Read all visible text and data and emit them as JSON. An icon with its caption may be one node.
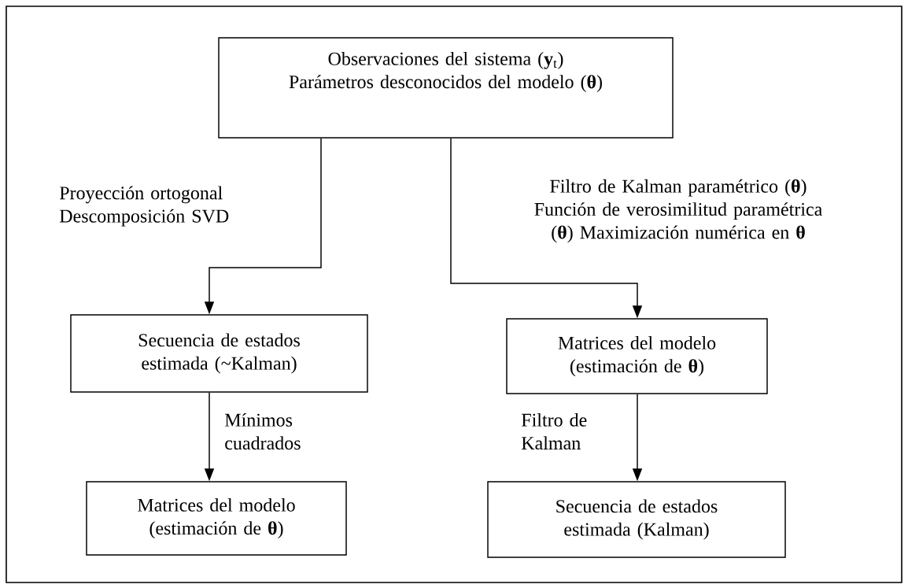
{
  "diagram": {
    "nodes": [
      {
        "text": [
          "Observaciones del sistema (**y**$_{t}$)",
          "Parámetros desconocidos del modelo (**θ**)"
        ]
      },
      {
        "text": [
          "Secuencia de estados estimada (~Kalman)"
        ]
      },
      {
        "text": [
          "Matrices del modelo (estimación de **θ**)"
        ]
      },
      {
        "text": [
          "Matrices del modelo (estimación de **θ**)"
        ]
      },
      {
        "text": [
          "Secuencia de estados estimada (Kalman)"
        ]
      }
    ],
    "edges": [
      {
        "from": 0,
        "to": 1,
        "arrow": "to",
        "label": "Proyección ortogonal Descomposición SVD"
      },
      {
        "from": 0,
        "to": 3,
        "arrow": "to",
        "label": "Filtro de Kalman paramétrico (**θ**) Función de verosimilitud paramétrica (**θ**) Maximización numérica en **θ**"
      },
      {
        "from": 1,
        "to": 2,
        "arrow": "to",
        "label": "Mínimos cuadrados"
      },
      {
        "from": 3,
        "to": 4,
        "arrow": "to",
        "label": "Filtro de Kalman"
      }
    ]
  }
}
